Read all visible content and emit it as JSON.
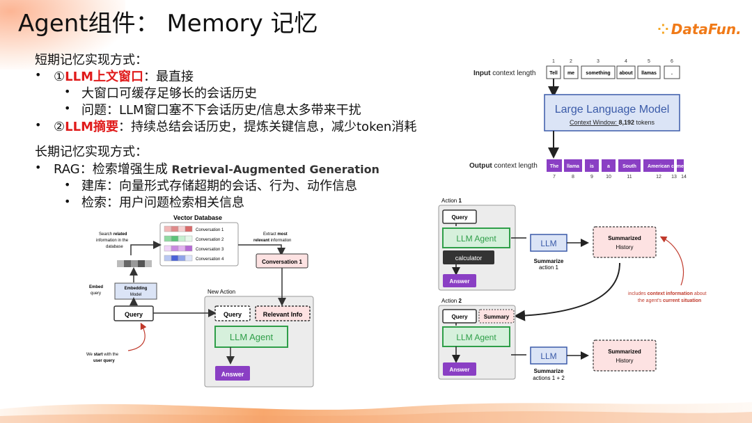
{
  "title": "Agent组件： Memory 记忆",
  "logo": "DataFun.",
  "short_term": {
    "heading": "短期记忆实现方式：",
    "item1_circle": "①",
    "item1_red": "LLM上文窗口",
    "item1_rest": "：最直接",
    "sub1": "大窗口可缓存足够长的会话历史",
    "sub2": "问题：LLM窗口塞不下会话历史/信息太多带来干扰",
    "item2_circle": "②",
    "item2_red": "LLM摘要",
    "item2_rest": "：持续总结会话历史，提炼关键信息，减少token消耗"
  },
  "long_term": {
    "heading": "长期记忆实现方式：",
    "rag_prefix": "RAG：检索增强生成 ",
    "rag_english": "Retrieval-Augmented Generation",
    "sub1": "建库：向量形式存储超期的会话、行为、动作信息",
    "sub2": "检索：用户问题检索相关信息"
  },
  "bullet": "•",
  "context_diagram": {
    "input_label_bold": "Input",
    "input_label_rest": " context length",
    "input_numbers": [
      "1",
      "2",
      "3",
      "4",
      "5",
      "6"
    ],
    "input_tokens": [
      "Tell",
      "me",
      "something",
      "about",
      "llamas",
      "."
    ],
    "model_title": "Large Language Model",
    "model_window_prefix": "Context Window: ",
    "model_window_value": "8,192",
    "model_window_suffix": " tokens",
    "output_label_bold": "Output",
    "output_label_rest": " context length",
    "output_tokens": [
      "The",
      "llama",
      "is",
      "a",
      "South",
      "American",
      "camelid",
      "."
    ],
    "output_numbers": [
      "7",
      "8",
      "9",
      "10",
      "11",
      "12",
      "13",
      "14"
    ]
  },
  "rag_diagram": {
    "vector_db_title": "Vector Database",
    "conversations": [
      "Conversation 1",
      "Conversation 2",
      "Conversation 3",
      "Conversation 4"
    ],
    "search_line1_pre": "Search ",
    "search_line1_bold": "related",
    "search_line2": "information in the",
    "search_line3": "database",
    "extract_line1_pre": "Extract ",
    "extract_line1_bold": "most",
    "extract_line2_bold": "relevant",
    "extract_line2_rest": " information",
    "conv1_box": "Conversation 1",
    "embed_label_bold": "Embed",
    "embed_label_rest": "query",
    "embedding_model_line1": "Embedding",
    "embedding_model_line2": "Model",
    "query": "Query",
    "new_action": "New Action",
    "query2": "Query",
    "relevant_info": "Relevant Info",
    "llm_agent": "LLM Agent",
    "answer": "Answer",
    "start_line1_pre": "We ",
    "start_line1_bold": "start",
    "start_line1_post": " with the",
    "start_line2_bold": "user query"
  },
  "summary_diagram": {
    "action1_prefix": "Action ",
    "action1_num": "1",
    "query": "Query",
    "llm_agent": "LLM Agent",
    "calculator": "calculator",
    "answer": "Answer",
    "llm": "LLM",
    "summarize1_bold": "Summarize",
    "summarize1_rest": "action 1",
    "summarized_history_bold": "Summarized",
    "summarized_history_rest": "History",
    "includes_pre": "includes ",
    "includes_bold": "context information",
    "includes_post": " about",
    "includes_line2_pre": "the agent's ",
    "includes_line2_bold": "current situation",
    "action2_prefix": "Action ",
    "action2_num": "2",
    "query2": "Query",
    "summary": "Summary",
    "llm_agent2": "LLM Agent",
    "answer2": "Answer",
    "llm2": "LLM",
    "summarize2_bold": "Summarize",
    "summarize2_rest": "actions 1 + 2",
    "summarized_history2_bold": "Summarized",
    "summarized_history2_rest": "History"
  },
  "colors": {
    "accent_red": "#e01b1b",
    "llm_blue": "#3a5aa8",
    "agent_green": "#2e9e48",
    "answer_purple": "#8a3fc4",
    "logo_orange": "#f07a18"
  }
}
